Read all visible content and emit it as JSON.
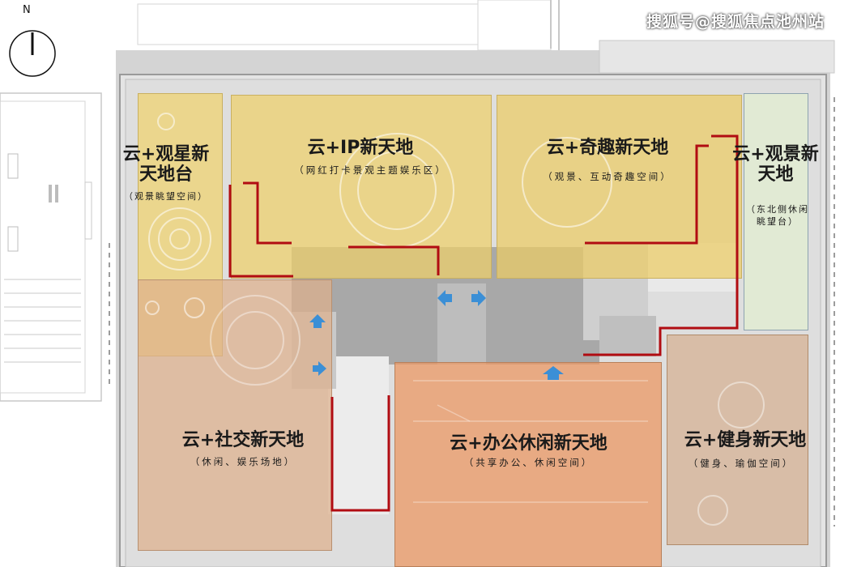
{
  "north_label": "N",
  "watermark": "搜狐号@搜狐焦点池州站",
  "zones": [
    {
      "id": "stargazing",
      "title": "云+观星新天地台",
      "subtitle": "（观景眺望空间）",
      "color": "#f3dc8a"
    },
    {
      "id": "ip",
      "title": "云+IP新天地",
      "subtitle": "（网红打卡景观主题娱乐区）",
      "color": "#f0d67e"
    },
    {
      "id": "fun",
      "title": "云+奇趣新天地",
      "subtitle": "（观景、互动奇趣空间）",
      "color": "#efd37c"
    },
    {
      "id": "scenic",
      "title": "云+观景新天地",
      "subtitle": "（东北侧休闲眺望台）",
      "color": "#e6ecd8"
    },
    {
      "id": "social",
      "title": "云+社交新天地",
      "subtitle": "（休闲、娱乐场地）",
      "color": "#e8c3a5"
    },
    {
      "id": "office",
      "title": "云+办公休闲新天地",
      "subtitle": "（共享办公、休闲空间）",
      "color": "#f0ae80"
    },
    {
      "id": "fitness",
      "title": "云+健身新天地",
      "subtitle": "（健身、瑜伽空间）",
      "color": "#dfc0a8"
    }
  ],
  "colors": {
    "route": "#b10c12",
    "arrow": "#3b8fd6",
    "plaza": "#a9a9a9"
  }
}
